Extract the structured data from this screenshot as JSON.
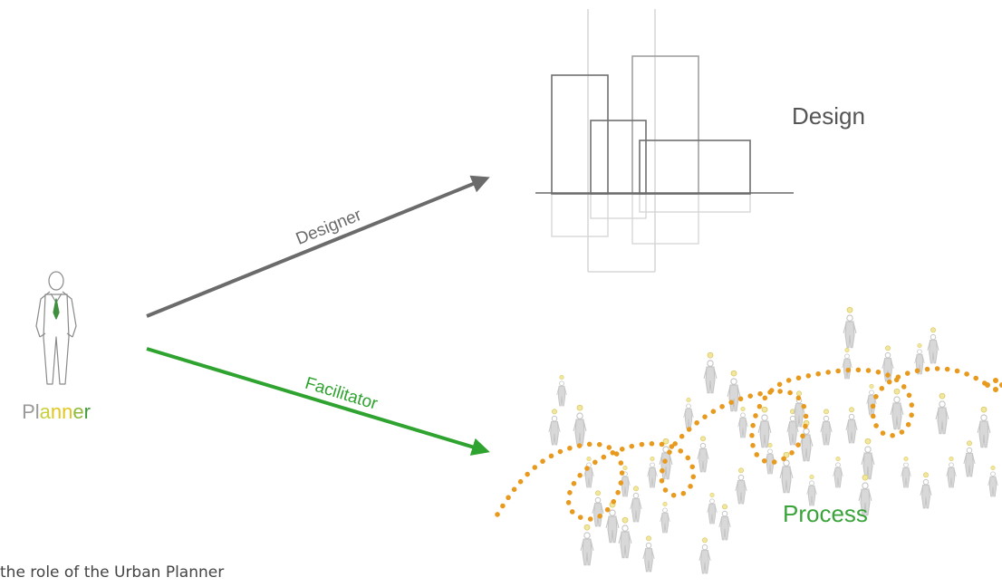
{
  "planner": {
    "label_parts": [
      {
        "text": "Pl",
        "color": "#9a9a9a"
      },
      {
        "text": "a",
        "color": "#c8cf3a"
      },
      {
        "text": "nn",
        "color": "#e0c61f"
      },
      {
        "text": "e",
        "color": "#8fba3a"
      },
      {
        "text": "r",
        "color": "#3f9a3a"
      }
    ]
  },
  "arrows": {
    "designer": {
      "label": "Designer",
      "color": "#6b6b6b"
    },
    "facilitator": {
      "label": "Facilitator",
      "color": "#2fa32f"
    }
  },
  "design": {
    "label": "Design",
    "color": "#555555"
  },
  "process": {
    "label": "Process",
    "color": "#3aa33a",
    "path_color": "#e89a1e"
  },
  "caption": {
    "text": "the role of the Urban Planner"
  },
  "colors": {
    "crowd": "#c9c9c9",
    "bulb": "#f2e79a",
    "tie": "#3f8f3f"
  }
}
